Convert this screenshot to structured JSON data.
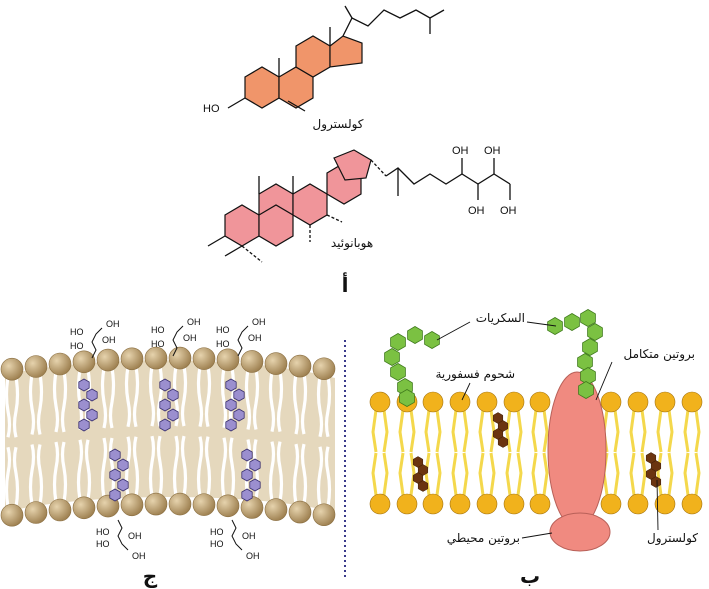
{
  "panel_a": {
    "letter": "أ",
    "cholesterol_label": "كولسترول",
    "hopanoid_label": "هوبانوئيد",
    "cholesterol_fill": "#f0956a",
    "hopanoid_fill": "#f0959a",
    "atoms": {
      "hydroxyl_ho": "HO",
      "hydroxyl_oh": "OH"
    }
  },
  "panel_b": {
    "letter": "ب",
    "labels": {
      "sugars": "السكريات",
      "phospholipids": "شحوم فسفورية",
      "integral_protein": "بروتين متكامل",
      "peripheral_protein": "بروتين محيطي",
      "cholesterol": "كولسترول"
    },
    "colors": {
      "head": "#f1b21c",
      "tail": "#f4d84c",
      "protein": "#f08a80",
      "sugar": "#7bc142",
      "cholesterol": "#6b3410"
    }
  },
  "panel_c": {
    "letter": "ج",
    "colors": {
      "head": "#b89a6a",
      "band": "#e2d4b6",
      "hopanoid": "#9b8fcf"
    }
  }
}
